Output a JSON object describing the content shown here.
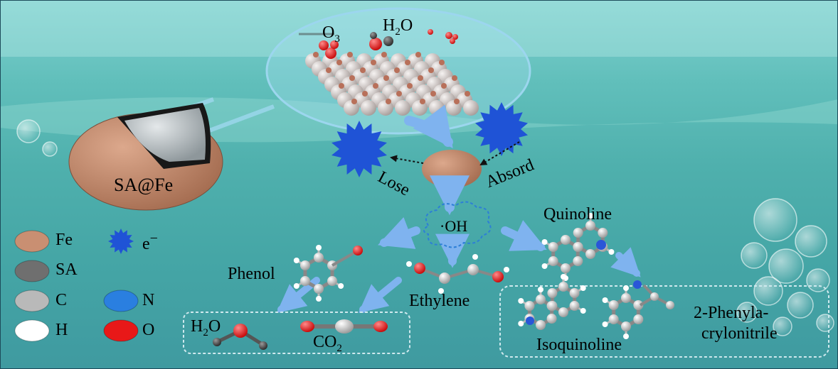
{
  "labels": {
    "o3": "O3",
    "h2o_top": "H2O",
    "sa_fe": "SA@Fe",
    "lose": "Lose",
    "absord": "Absord",
    "oh": "·OH",
    "quinoline": "Quinoline",
    "phenol": "Phenol",
    "ethylene": "Ethylene",
    "isoquinoline": "Isoquinoline",
    "phenylacrylonitrile_1": "2-Phenyla-",
    "phenylacrylonitrile_2": "crylonitrile",
    "h2o_bottom": "H2O",
    "co2": "CO2"
  },
  "legend": [
    {
      "symbol": "Fe",
      "color": "#c98f72",
      "shape": "ellipse"
    },
    {
      "symbol": "SA",
      "color": "#6f6f6f",
      "shape": "ellipse"
    },
    {
      "symbol": "C",
      "color": "#b9b9b9",
      "shape": "ellipse"
    },
    {
      "symbol": "H",
      "color": "#ffffff",
      "shape": "ellipse"
    },
    {
      "symbol": "e-",
      "color": "#1f53d6",
      "shape": "star"
    },
    {
      "symbol": "N",
      "color": "#2a7fe0",
      "shape": "ellipse"
    },
    {
      "symbol": "O",
      "color": "#e81818",
      "shape": "ellipse"
    }
  ],
  "colors": {
    "electron": "#1f53d6",
    "arrow": "#7fb3ef",
    "fe": "#c98f72",
    "oxygen": "#e81818",
    "carbon": "#9e9e9e",
    "nitrogen": "#2a56d8"
  }
}
